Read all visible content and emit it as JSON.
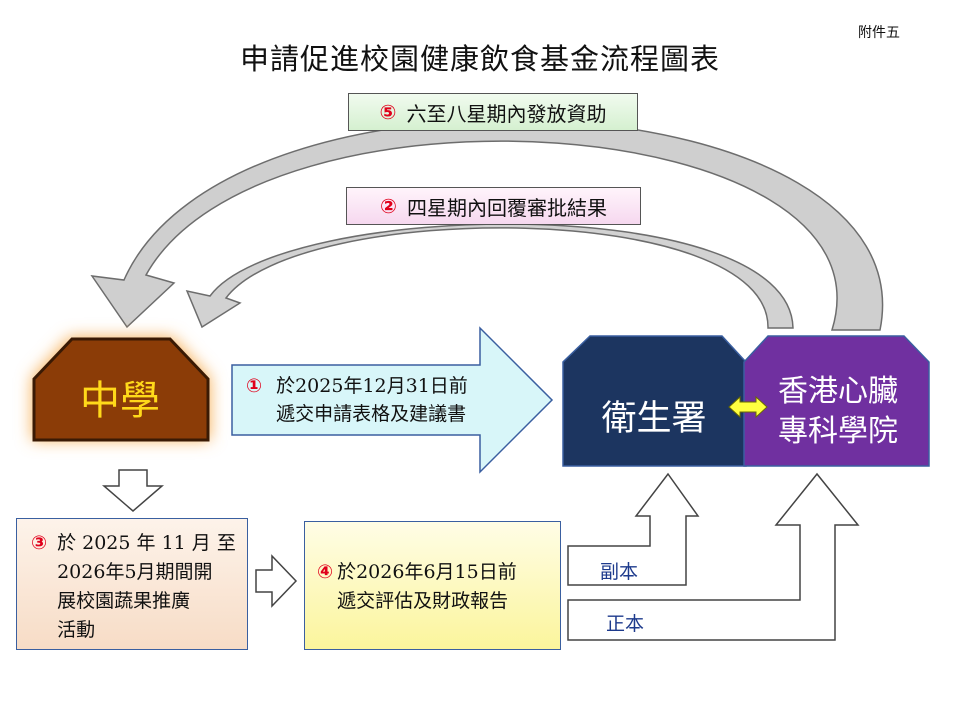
{
  "annex": "附件五",
  "title": "申請促進校園健康飲食基金流程圖表",
  "steps": {
    "step5": {
      "num": "⑤",
      "text": "六至八星期內發放資助"
    },
    "step2": {
      "num": "②",
      "text": "四星期內回覆審批結果"
    },
    "step1": {
      "num": "①",
      "line1": "於2025年12月31日前",
      "line2": "遞交申請表格及建議書"
    },
    "step3": {
      "num": "③",
      "line1": "於 2025 年 11 月 至",
      "line2": "2026年5月期間開",
      "line3": "展校園蔬果推廣",
      "line4": "活動"
    },
    "step4": {
      "num": "④",
      "line1": "於2026年6月15日前",
      "line2": "遞交評估及財政報告"
    }
  },
  "nodes": {
    "school": "中學",
    "doh": "衛生署",
    "hkcc_line1": "香港心臟",
    "hkcc_line2": "專科學院"
  },
  "copies": {
    "duplicate": "副本",
    "original": "正本"
  },
  "colors": {
    "school_fill": "#8b3c07",
    "school_glow": "#f7b15a",
    "doh_fill": "#1c3560",
    "hkcc_fill": "#7030a0",
    "arrow_grey": "#c8c8c8",
    "step1_arrow": "#d8f6f9",
    "number_red": "#e0001b",
    "double_arrow": "#ffff40"
  }
}
